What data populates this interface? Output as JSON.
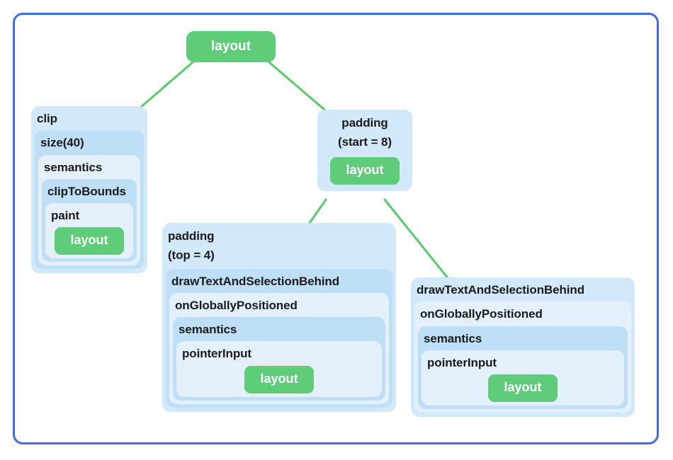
{
  "diagram": {
    "type": "tree",
    "title": "",
    "frame_color": "#4169e1",
    "leaf_color": "#5ecc78",
    "edge_color": "#5bc96b",
    "node_tone_light": "#e4f1fd",
    "node_tone_mid": "#d2e9fb",
    "node_tone_dark": "#bfdff7",
    "root": {
      "label": "layout"
    },
    "left_stack": {
      "layers": [
        {
          "label": "clip"
        },
        {
          "label": "size(40)"
        },
        {
          "label": "semantics"
        },
        {
          "label": "clipToBounds"
        },
        {
          "label": "paint"
        }
      ],
      "leaf": "layout"
    },
    "center_stack": {
      "label_line1": "padding",
      "label_line2": "(start = 8)",
      "leaf": "layout"
    },
    "center_bottom_stack": {
      "label_line1": "padding",
      "label_line2": "(top = 4)",
      "layers": [
        {
          "label": "drawTextAndSelectionBehind"
        },
        {
          "label": "onGloballyPositioned"
        },
        {
          "label": "semantics"
        },
        {
          "label": "pointerInput"
        }
      ],
      "leaf": "layout"
    },
    "right_stack": {
      "layers": [
        {
          "label": "drawTextAndSelectionBehind"
        },
        {
          "label": "onGloballyPositioned"
        },
        {
          "label": "semantics"
        },
        {
          "label": "pointerInput"
        }
      ],
      "leaf": "layout"
    },
    "edges": [
      {
        "from": "root",
        "to": "clip"
      },
      {
        "from": "root",
        "to": "padding-start-8"
      },
      {
        "from": "padding-start-8-layout",
        "to": "padding-top-4"
      },
      {
        "from": "padding-start-8-layout",
        "to": "right-drawTextAndSelectionBehind"
      }
    ]
  }
}
